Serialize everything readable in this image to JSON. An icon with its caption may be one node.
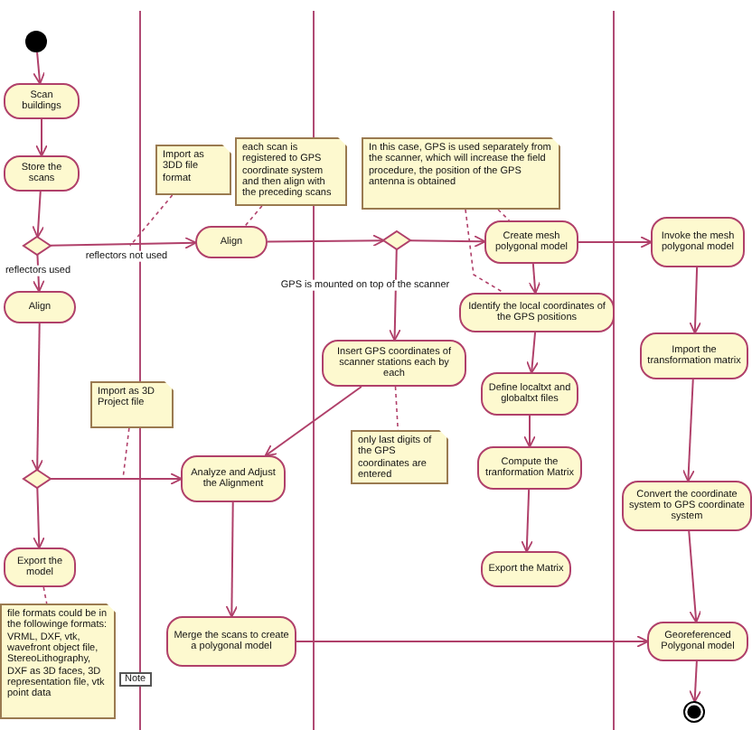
{
  "diagram": {
    "nodes": [
      {
        "text": [],
        "shape": "circle"
      },
      {
        "text": [
          "Scan buildings"
        ]
      },
      {
        "text": [
          "Store the scans"
        ]
      },
      {
        "text": [],
        "shape": "diamond"
      },
      {
        "text": [
          "Align"
        ]
      },
      {
        "text": [
          "Import as 3DD file format"
        ]
      },
      {
        "text": [
          "each scan is registered to GPS coordinate system and then align with the preceding scans"
        ]
      },
      {
        "text": [
          "Align"
        ]
      },
      {
        "text": [
          "In this case, GPS is used separately from the scanner, which will increase the field procedure, the position of the GPS antenna is obtained"
        ]
      },
      {
        "text": [],
        "shape": "diamond"
      },
      {
        "text": [
          "Create mesh polygonal model"
        ]
      },
      {
        "text": [
          "Invoke the mesh polygonal model"
        ]
      },
      {
        "text": [
          "Identify the local coordinates of the GPS positions"
        ]
      },
      {
        "text": [
          "Insert GPS coordinates of scanner stations each by each"
        ]
      },
      {
        "text": [
          "Define localtxt and globaltxt files"
        ]
      },
      {
        "text": [
          "Import as 3D Project file"
        ]
      },
      {
        "text": [],
        "shape": "diamond"
      },
      {
        "text": [
          "Analyze and Adjust the Alignment"
        ]
      },
      {
        "text": [
          "only last digits of the GPS coordinates are entered"
        ]
      },
      {
        "text": [
          "Compute the tranformation Matrix"
        ]
      },
      {
        "text": [
          "Import the transformation matrix"
        ]
      },
      {
        "text": [
          "Export the model"
        ]
      },
      {
        "text": [
          "Export the Matrix"
        ]
      },
      {
        "text": [
          "Convert the coordinate system to GPS coordinate system"
        ]
      },
      {
        "text": [
          "file formats could be in the followinge formats: VRML, DXF, vtk, wavefront object file, StereoLithography, DXF as 3D faces, 3D representation file, vtk point data"
        ]
      },
      {
        "text": [
          "Merge the scans to create a polygonal model"
        ]
      },
      {
        "text": [
          "Georeferenced Polygonal model"
        ]
      },
      {
        "text": [],
        "shape": "circle"
      }
    ],
    "edges": [
      {
        "from": 0,
        "to": 1,
        "arrow": "to"
      },
      {
        "from": 1,
        "to": 2,
        "arrow": "to"
      },
      {
        "from": 2,
        "to": 3,
        "arrow": "to"
      },
      {
        "from": 3,
        "to": 4,
        "arrow": "to",
        "label": "reflectors used"
      },
      {
        "from": 3,
        "to": 7,
        "arrow": "to",
        "label": "reflectors not used"
      },
      {
        "from": 5,
        "to": null,
        "arrow": "none",
        "style": "dashed"
      },
      {
        "from": 6,
        "to": 7,
        "arrow": "none",
        "style": "dashed"
      },
      {
        "from": 7,
        "to": 9,
        "arrow": "to"
      },
      {
        "from": 9,
        "to": 10,
        "arrow": "to"
      },
      {
        "from": 9,
        "to": 13,
        "arrow": "to",
        "label": "GPS is mounted on top of the scanner"
      },
      {
        "from": 8,
        "to": 10,
        "arrow": "none",
        "style": "dashed"
      },
      {
        "from": 8,
        "to": 12,
        "arrow": "none",
        "style": "dashed"
      },
      {
        "from": 10,
        "to": 11,
        "arrow": "to"
      },
      {
        "from": 10,
        "to": 12,
        "arrow": "to"
      },
      {
        "from": 12,
        "to": 14,
        "arrow": "to"
      },
      {
        "from": 14,
        "to": 19,
        "arrow": "to"
      },
      {
        "from": 19,
        "to": 22,
        "arrow": "to"
      },
      {
        "from": 13,
        "to": 17,
        "arrow": "to"
      },
      {
        "from": 13,
        "to": 18,
        "arrow": "none",
        "style": "dashed"
      },
      {
        "from": 4,
        "to": 16,
        "arrow": "to"
      },
      {
        "from": 15,
        "to": null,
        "arrow": "none",
        "style": "dashed"
      },
      {
        "from": 16,
        "to": 17,
        "arrow": "to"
      },
      {
        "from": 16,
        "to": 21,
        "arrow": "to"
      },
      {
        "from": 17,
        "to": 25,
        "arrow": "to"
      },
      {
        "from": 21,
        "to": 24,
        "arrow": "none",
        "style": "dashed"
      },
      {
        "from": 25,
        "to": 26,
        "arrow": "to"
      },
      {
        "from": 11,
        "to": 20,
        "arrow": "to"
      },
      {
        "from": 20,
        "to": 23,
        "arrow": "to"
      },
      {
        "from": 23,
        "to": 26,
        "arrow": "to"
      },
      {
        "from": 26,
        "to": 27,
        "arrow": "to"
      }
    ],
    "labels": [
      "Note"
    ]
  }
}
